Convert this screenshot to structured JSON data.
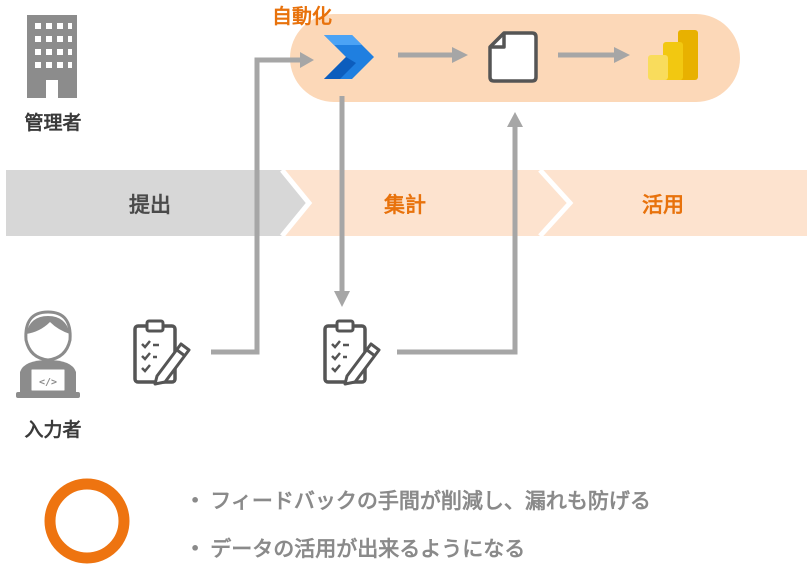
{
  "roles": {
    "admin": "管理者",
    "submitter": "入力者"
  },
  "automation_label": "自動化",
  "stages": [
    {
      "label": "提出",
      "color": "#4a4a4a"
    },
    {
      "label": "集計",
      "color": "#e8720c"
    },
    {
      "label": "活用",
      "color": "#e8720c"
    }
  ],
  "benefits": [
    "フィードバックの手間が削減し、漏れも防げる",
    "データの活用が出来るようになる"
  ],
  "icons": {
    "admin": "building-icon",
    "submitter": "person-laptop-icon",
    "form": "clipboard-checklist-icon",
    "automate": "power-automate-icon",
    "document": "document-icon",
    "report": "power-bi-icon",
    "result": "circle-ok-icon"
  },
  "colors": {
    "accent": "#e8720c",
    "highlight": "#fcd8b8",
    "stage_gray": "#d7d7d7",
    "arrow_gray": "#a6a6a6"
  }
}
